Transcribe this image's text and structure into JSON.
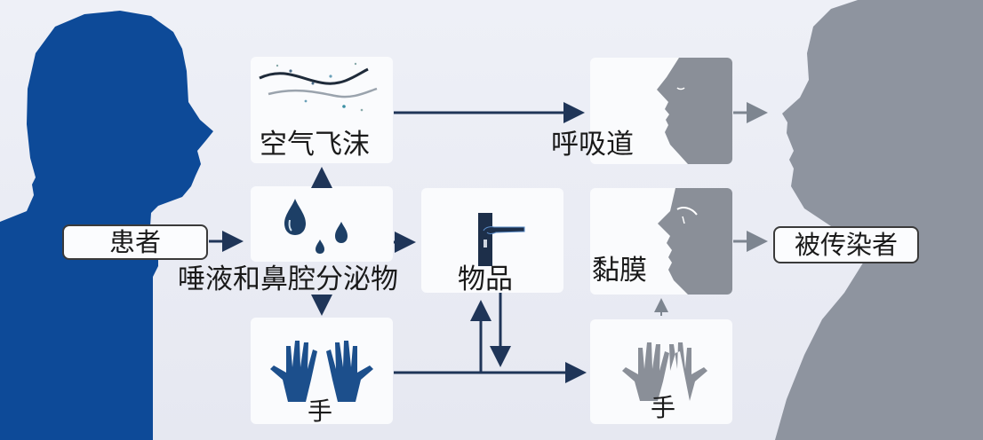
{
  "diagram": {
    "title": "",
    "source_person": {
      "label": "患者",
      "color": "#0d4a98"
    },
    "target_person": {
      "label": "被传染者",
      "color": "#8e949f"
    },
    "nodes": [
      {
        "id": "droplets-air",
        "label": "空气飞沫",
        "icon": "airflow-icon"
      },
      {
        "id": "secretions",
        "label": "唾液和鼻腔分泌物",
        "icon": "water-drops-icon"
      },
      {
        "id": "hands-source",
        "label": "手",
        "icon": "hands-icon",
        "color": "#1c4f8c"
      },
      {
        "id": "objects",
        "label": "物品",
        "icon": "door-handle-icon"
      },
      {
        "id": "respiratory",
        "label": "呼吸道",
        "icon": "face-profile-icon"
      },
      {
        "id": "mucosa",
        "label": "黏膜",
        "icon": "face-eye-icon"
      },
      {
        "id": "hands-target",
        "label": "手",
        "icon": "hands-icon",
        "color": "#8a8f98"
      }
    ],
    "edges": [
      {
        "from": "患者",
        "to": "唾液和鼻腔分泌物"
      },
      {
        "from": "唾液和鼻腔分泌物",
        "to": "空气飞沫"
      },
      {
        "from": "唾液和鼻腔分泌物",
        "to": "物品"
      },
      {
        "from": "唾液和鼻腔分泌物",
        "to": "手"
      },
      {
        "from": "空气飞沫",
        "to": "呼吸道"
      },
      {
        "from": "手",
        "to": "物品"
      },
      {
        "from": "物品",
        "to": "手 (被传染者)"
      },
      {
        "from": "手",
        "to": "手 (被传染者)"
      },
      {
        "from": "手 (被传染者)",
        "to": "黏膜"
      },
      {
        "from": "呼吸道",
        "to": "被传染者"
      },
      {
        "from": "黏膜",
        "to": "被传染者"
      }
    ],
    "colors": {
      "arrow_dark": "#1f3558",
      "arrow_gray": "#7d8590",
      "panel_bg": "#fafbfd",
      "background": "#e9ebf3"
    }
  }
}
